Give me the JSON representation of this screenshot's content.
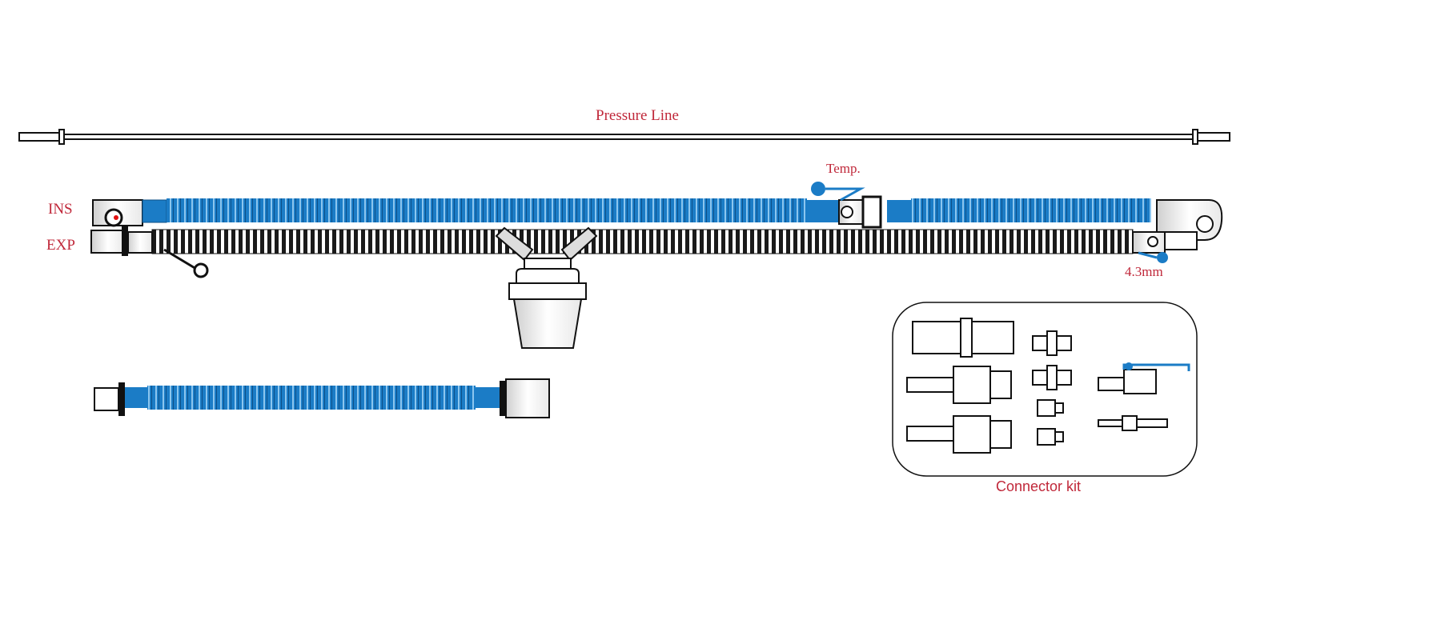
{
  "labels": {
    "pressure_line": "Pressure Line",
    "temp": "Temp.",
    "ins": "INS",
    "exp": "EXP",
    "port_size": "4.3mm",
    "connector_kit": "Connector kit"
  },
  "colors": {
    "label": "#c0283a",
    "blue_tube": "#1b7cc6",
    "black_tube": "#1a1a1a",
    "outline": "#111111"
  }
}
